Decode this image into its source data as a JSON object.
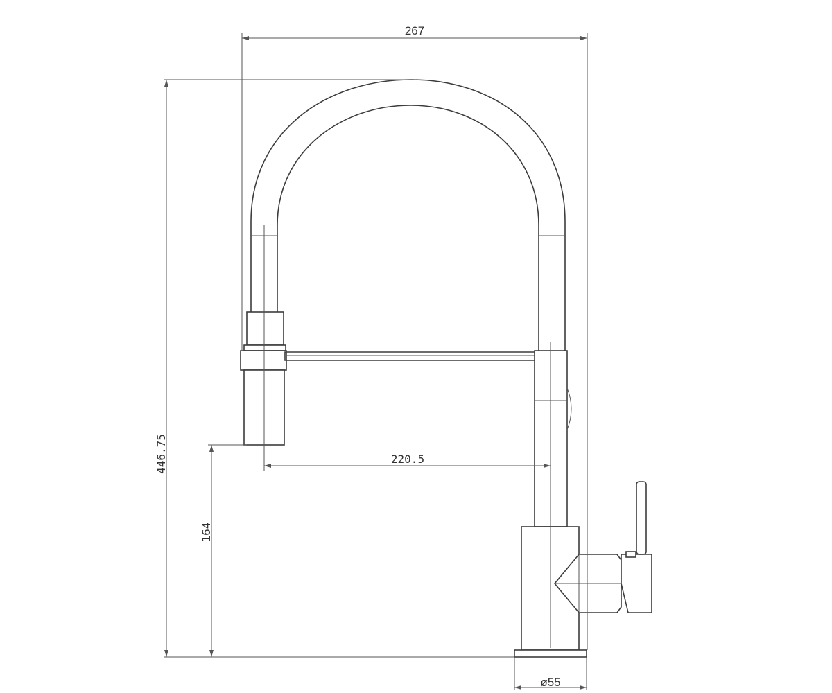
{
  "dimensions": {
    "overall_width": "267",
    "overall_height": "446.75",
    "spout_reach": "220.5",
    "outlet_height": "164",
    "base_diameter": "ø55"
  },
  "colors": {
    "line": "#3c3c3c",
    "background": "#ffffff"
  }
}
